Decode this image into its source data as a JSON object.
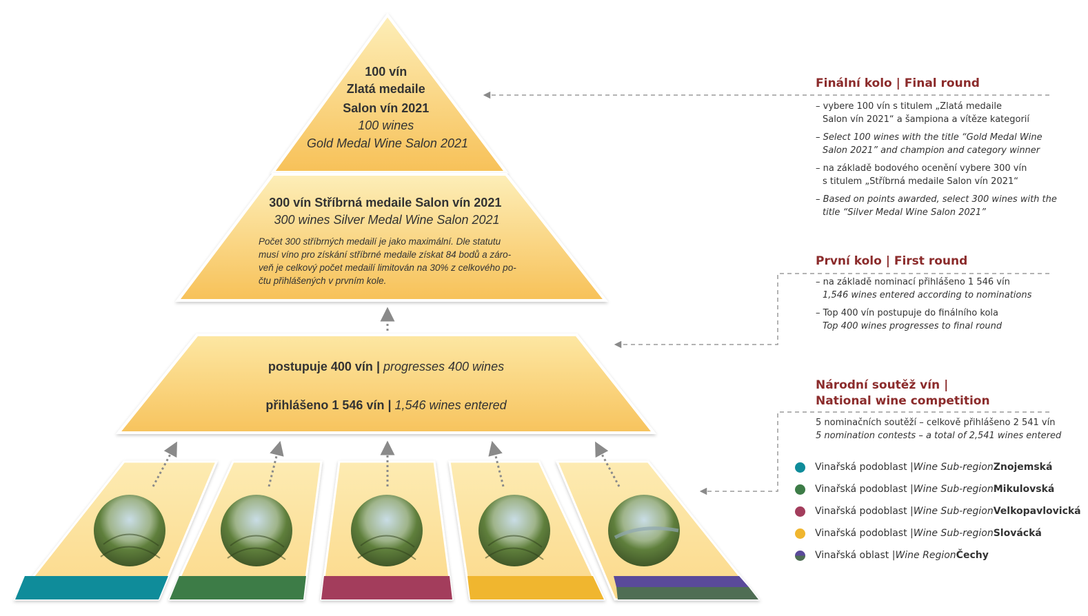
{
  "colors": {
    "heading": "#8b2b2b",
    "arrow": "#8a8a8a",
    "tier_light": "#fde9a8",
    "tier_dark": "#f7c35d",
    "znojemska": "#0f8c9a",
    "mikulovska": "#3d7c47",
    "velkopavlovicka": "#a33d5c",
    "slovacka": "#f0b62f",
    "cechy_top": "#5a4a9a",
    "cechy_bottom": "#4f6e54"
  },
  "pyramid": {
    "top": {
      "l1": "100 vín",
      "l2": "Zlatá medaile",
      "l3": "Salon vín 2021",
      "l4": "100 wines",
      "l5": "Gold Medal Wine Salon 2021"
    },
    "middle": {
      "title_cz": "300 vín Stříbrná medaile Salon vín 2021",
      "title_en": "300 wines Silver Medal Wine Salon 2021",
      "note_1": "Počet 300 stříbrných medailí je jako maximální. Dle statutu",
      "note_2": "musí víno pro získání stříbrné medaile získat 84 bodů a záro-",
      "note_3": "veň je celkový počet medailí limitován na 30% z celkového po-",
      "note_4": "čtu přihlášených v prvním kole."
    },
    "base": {
      "progress_cz": "postupuje 400 vín",
      "progress_sep": " | ",
      "progress_en": "progresses 400 wines",
      "entered_cz": "přihlášeno 1 546 vín",
      "entered_sep": " | ",
      "entered_en": "1,546 wines entered"
    }
  },
  "regions": [
    {
      "photo": "vineyard-photo",
      "stripe": "znojemska"
    },
    {
      "photo": "vineyard-photo",
      "stripe": "mikulovska"
    },
    {
      "photo": "vineyard-photo",
      "stripe": "velkopavlovicka"
    },
    {
      "photo": "vineyard-photo",
      "stripe": "slovacka"
    },
    {
      "photo": "vineyard-photo",
      "stripe": "cechy"
    }
  ],
  "final_round": {
    "heading": "Finální kolo | Final round",
    "l1": "– vybere 100 vín s titulem „Zlatá medaile",
    "l2": "Salon vín  2021“ a šampiona a vítěze kategorií",
    "l3": "– Select 100 wines with the title “Gold Medal Wine",
    "l4": "Salon 2021” and champion and category winner",
    "l5": "– na základě bodového ocenění vybere 300 vín",
    "l6": "s titulem „Stříbrná medaile Salon vín 2021“",
    "l7": "– Based on points awarded, select 300 wines with the",
    "l8": "title “Silver Medal Wine Salon 2021”"
  },
  "first_round": {
    "heading": "První kolo | First round",
    "l1": "– na základě nominací přihlášeno 1 546 vín",
    "l2": "1,546 wines entered according to nominations",
    "l3": "– Top 400 vín postupuje do finálního kola",
    "l4": "Top 400 wines progresses to final round"
  },
  "national": {
    "heading_1": "Národní soutěž vín |",
    "heading_2": "National wine competition",
    "l1": "5 nominačních soutěží – celkově přihlášeno 2 541 vín",
    "l2": "5 nomination contests – a total of 2,541 wines entered"
  },
  "legend": [
    {
      "cz": "Vinařská podoblast | ",
      "en": "Wine Sub-region ",
      "name": "Znojemská",
      "color": "#0f8c9a"
    },
    {
      "cz": "Vinařská podoblast | ",
      "en": "Wine Sub-region ",
      "name": "Mikulovská",
      "color": "#3d7c47"
    },
    {
      "cz": "Vinařská podoblast | ",
      "en": "Wine Sub-region ",
      "name": "Velkopavlovická",
      "color": "#a33d5c"
    },
    {
      "cz": "Vinařská podoblast | ",
      "en": "Wine Sub-region ",
      "name": "Slovácká",
      "color": "#f0b62f"
    },
    {
      "cz": "Vinařská oblast | ",
      "en": "Wine Region ",
      "name": "Čechy",
      "color": "#5a4a9a"
    }
  ]
}
